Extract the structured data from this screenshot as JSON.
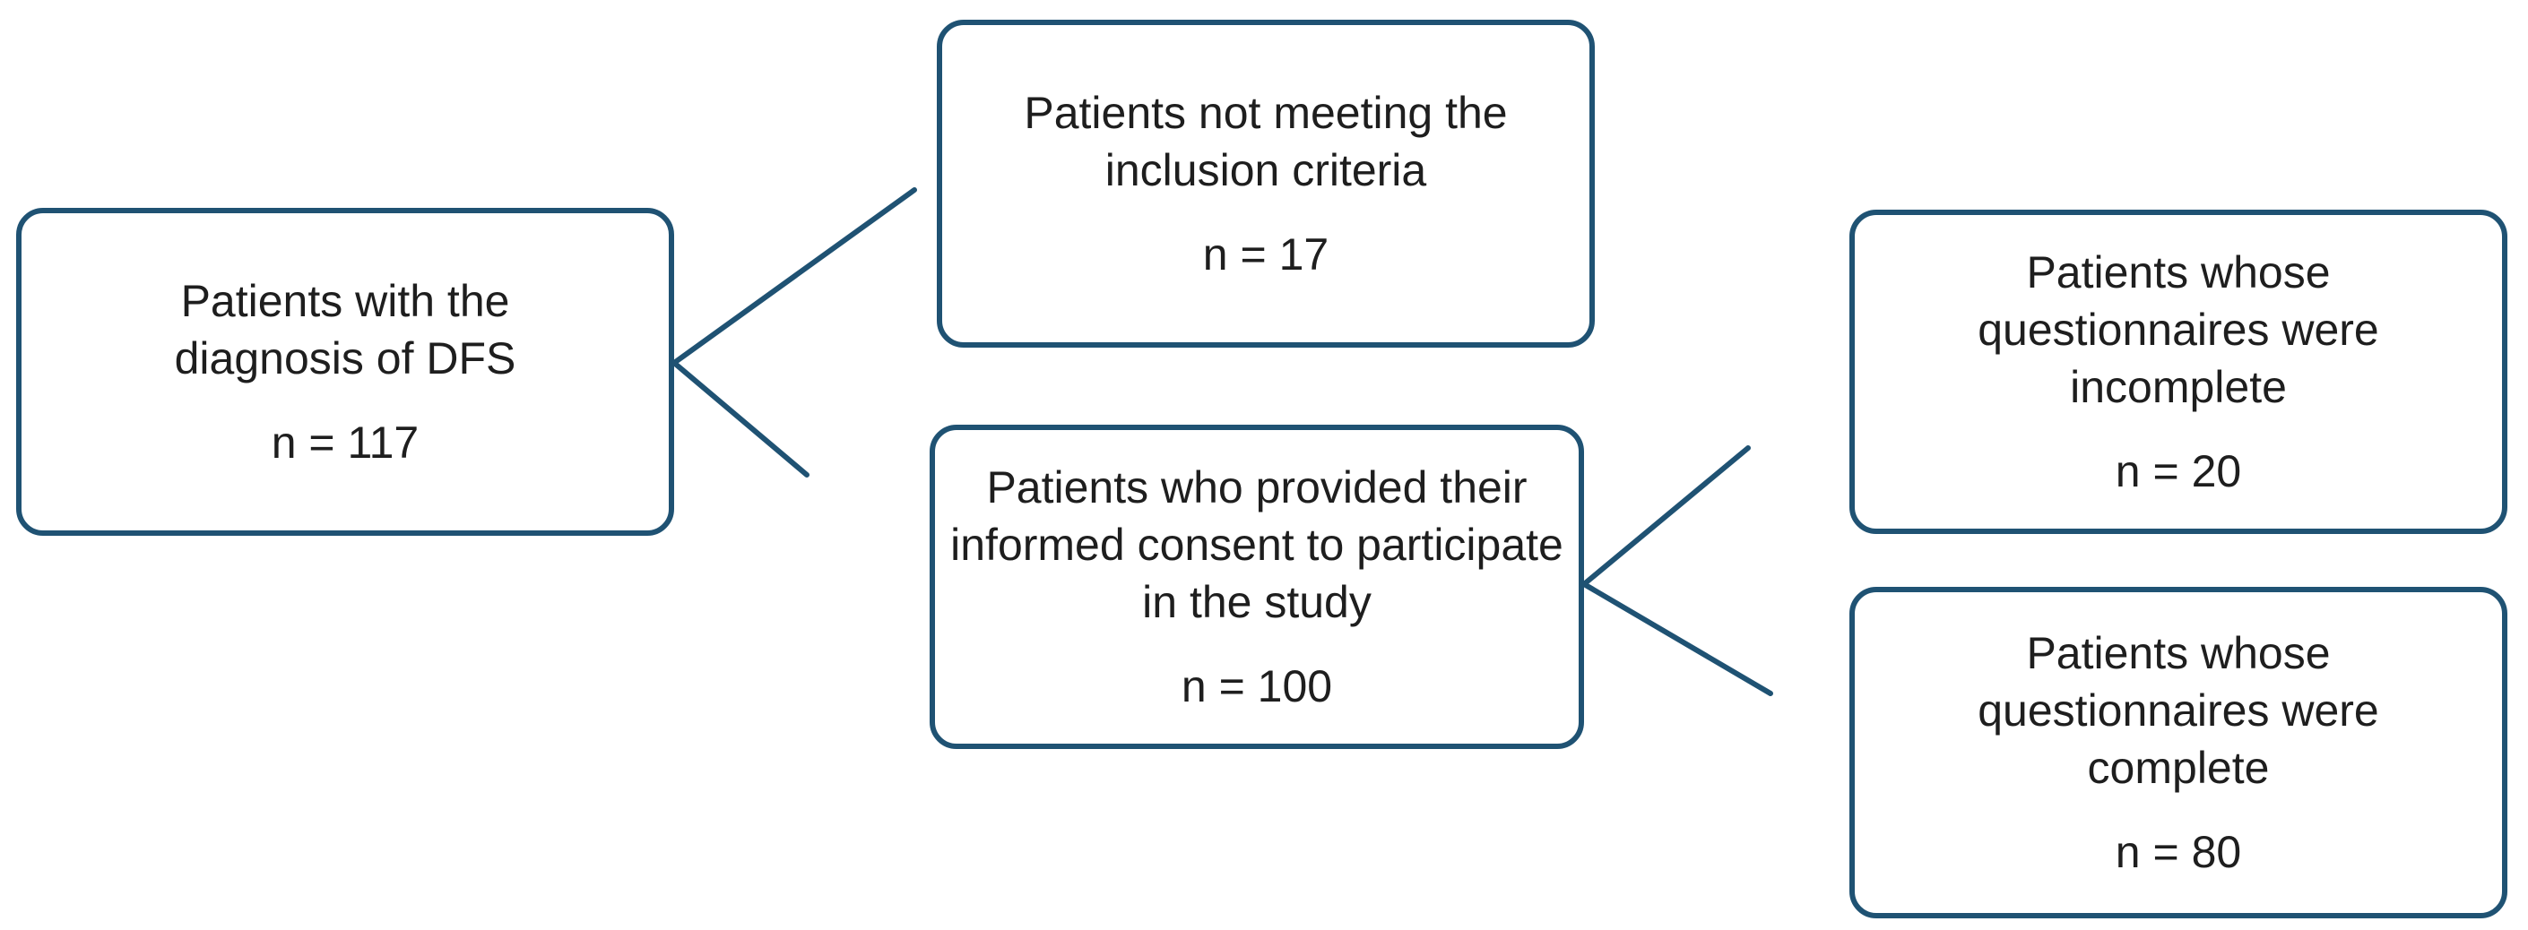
{
  "nodes": {
    "dfs": {
      "label": "Patients with the diagnosis of DFS",
      "count": "n = 117"
    },
    "excluded": {
      "label": "Patients not meeting the inclusion criteria",
      "count": "n = 17"
    },
    "consent": {
      "label": "Patients who provided their informed consent to participate in the study",
      "count": "n = 100"
    },
    "incomplete": {
      "label": "Patients whose questionnaires were incomplete",
      "count": "n = 20"
    },
    "complete": {
      "label": "Patients whose questionnaires were complete",
      "count": "n = 80"
    }
  },
  "edges": [
    {
      "from": "dfs",
      "to": "excluded"
    },
    {
      "from": "dfs",
      "to": "consent"
    },
    {
      "from": "consent",
      "to": "incomplete"
    },
    {
      "from": "consent",
      "to": "complete"
    }
  ],
  "colors": {
    "box_border": "#1f5273",
    "connector": "#1f5273",
    "text": "#1e1e1e"
  }
}
